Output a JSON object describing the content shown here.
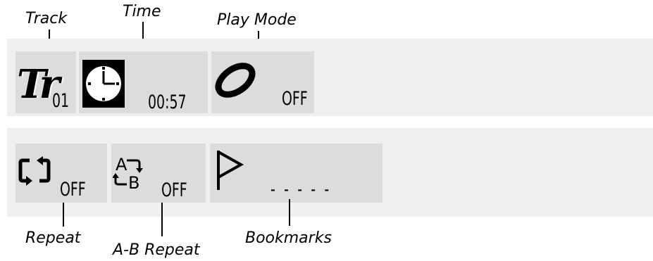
{
  "labels": {
    "track": "Track",
    "time": "Time",
    "play_mode": "Play Mode",
    "repeat": "Repeat",
    "ab_repeat": "A-B Repeat",
    "bookmarks": "Bookmarks"
  },
  "top_row": {
    "track_icon_text": "Tr",
    "track_value": "01",
    "time_icon": "clock-icon",
    "time_value": "00:57",
    "play_mode_icon": "shuffle-disc-icon",
    "play_mode_value": "OFF"
  },
  "bottom_row": {
    "repeat_icon": "repeat-icon",
    "repeat_value": "OFF",
    "ab_repeat_icon": "ab-repeat-icon",
    "ab_repeat_icon_a": "A",
    "ab_repeat_icon_b": "B",
    "ab_repeat_value": "OFF",
    "bookmarks_icon": "flag-icon",
    "bookmarks_value": "- - - - -"
  },
  "colors": {
    "panel": "#efefef",
    "cell": "#dcdcdc",
    "ink": "#000000"
  }
}
